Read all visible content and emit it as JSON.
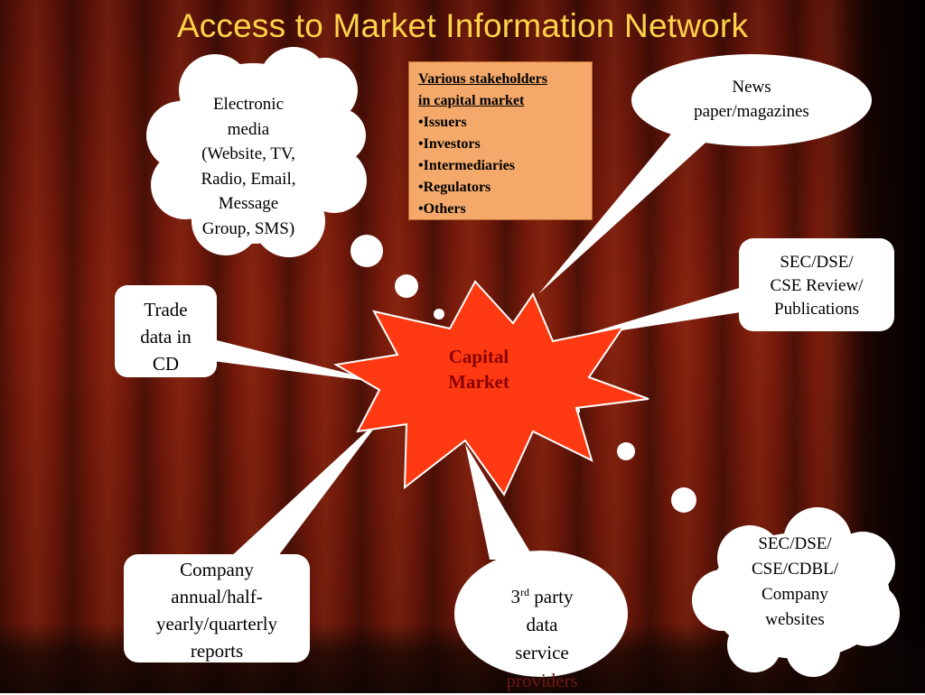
{
  "title": "Access to Market Information Network",
  "center": {
    "line1": "Capital",
    "line2": "Market"
  },
  "stakeholders_box": {
    "heading_line1": "Various stakeholders",
    "heading_line2": "in capital market",
    "items": [
      "Issuers",
      "Investors",
      "Intermediaries",
      "Regulators",
      "Others"
    ]
  },
  "bubbles": {
    "electronic_media": [
      "Electronic",
      "media",
      "(Website, TV,",
      "Radio, Email,",
      "Message",
      "Group, SMS)"
    ],
    "newspaper": [
      "News",
      "paper/magazines"
    ],
    "sec_dse_review": [
      "SEC/DSE/",
      "CSE Review/",
      "Publications"
    ],
    "trade_data": [
      "Trade",
      "data in",
      "CD"
    ],
    "company_reports": [
      "Company",
      "annual/half-",
      "yearly/quarterly",
      "reports"
    ],
    "third_party": {
      "line1_num": "3",
      "line1_sup": "rd",
      "line1_rest": " party",
      "line2": "data",
      "line3": "service",
      "line4": "providers"
    },
    "websites": [
      "SEC/DSE/",
      "CSE/CDBL/",
      "Company",
      "websites"
    ]
  },
  "colors": {
    "title": "#ffd24a",
    "star": "#ff3a12",
    "center_text": "#8b0000",
    "box_fill": "#f4a96a",
    "bubble_fill": "#ffffff"
  }
}
